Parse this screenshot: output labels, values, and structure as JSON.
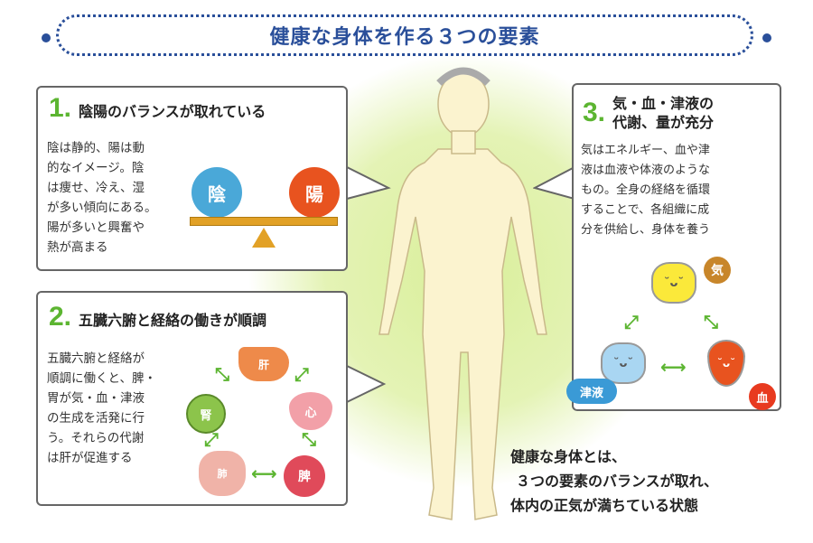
{
  "title": "健康な身体を作る３つの要素",
  "section1": {
    "number": "1.",
    "heading": "陰陽のバランスが取れている",
    "lines": [
      "陰は静的、陽は動",
      "的なイメージ。陰",
      "は痩せ、冷え、湿",
      "が多い傾向にある。",
      "陽が多いと興奮や",
      "熱が高まる"
    ],
    "yin": "陰",
    "yang": "陽"
  },
  "section2": {
    "number": "2.",
    "heading": "五臓六腑と経絡の働きが順調",
    "lines": [
      "五臓六腑と経絡が",
      "順調に働くと、脾・",
      "胃が気・血・津液",
      "の生成を活発に行",
      "う。それらの代謝",
      "は肝が促進する"
    ],
    "organs": {
      "liver": "肝",
      "heart": "心",
      "spleen": "脾",
      "lung": "肺",
      "kidney": "腎"
    }
  },
  "section3": {
    "number": "3.",
    "heading_lines": [
      "気・血・津液の",
      "代謝、量が充分"
    ],
    "lines": [
      "気はエネルギー、血や津",
      "液は血液や体液のような",
      "もの。全身の経絡を循環",
      "することで、各組織に成",
      "分を供給し、身体を養う"
    ],
    "ki": "気",
    "ketsu": "血",
    "shineki": "津液"
  },
  "conclusion": [
    "健康な身体とは、",
    "３つの要素のバランスが取れ、",
    "体内の正気が満ちている状態"
  ],
  "colors": {
    "accent_blue": "#2a4f9a",
    "green": "#5cb531",
    "yin": "#4aa8d8",
    "yang": "#e8531f"
  }
}
